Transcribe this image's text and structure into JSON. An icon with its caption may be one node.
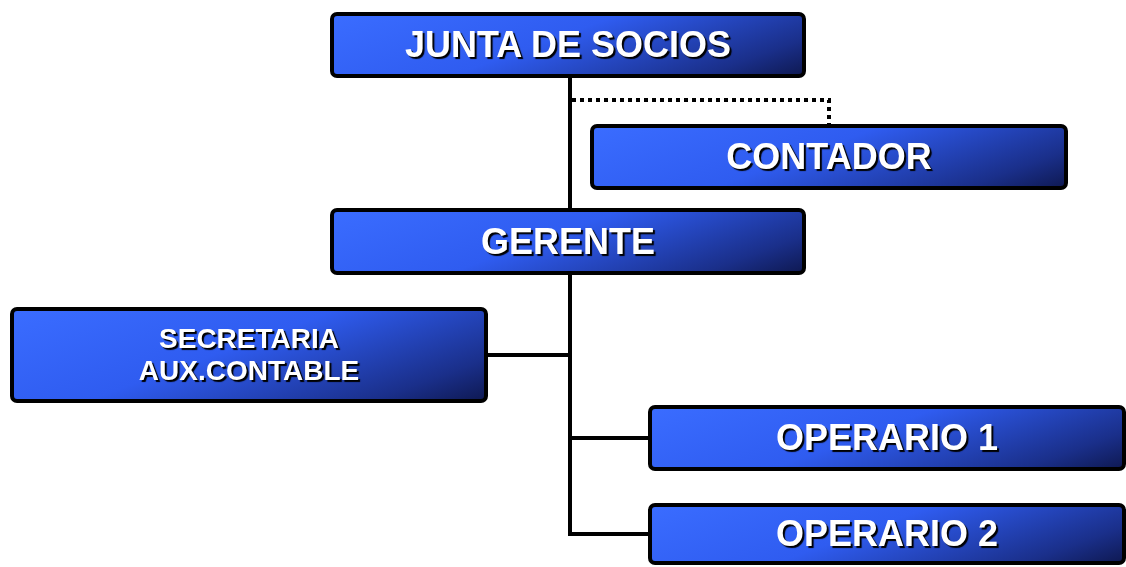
{
  "diagram": {
    "nodes": [
      {
        "text": [
          "JUNTA DE SOCIOS"
        ]
      },
      {
        "text": [
          "CONTADOR"
        ]
      },
      {
        "text": [
          "GERENTE"
        ]
      },
      {
        "text": [
          "SECRETARIA AUX.CONTABLE"
        ]
      },
      {
        "text": [
          "OPERARIO 1"
        ]
      },
      {
        "text": [
          "OPERARIO 2"
        ]
      }
    ],
    "edges": [
      {
        "from": 0,
        "to": 2,
        "arrow": "none"
      },
      {
        "from": 0,
        "to": 1,
        "arrow": "none",
        "style": "dashed"
      },
      {
        "from": 2,
        "to": 3,
        "arrow": "none"
      },
      {
        "from": 2,
        "to": 4,
        "arrow": "none"
      },
      {
        "from": 2,
        "to": 5,
        "arrow": "none"
      }
    ]
  }
}
